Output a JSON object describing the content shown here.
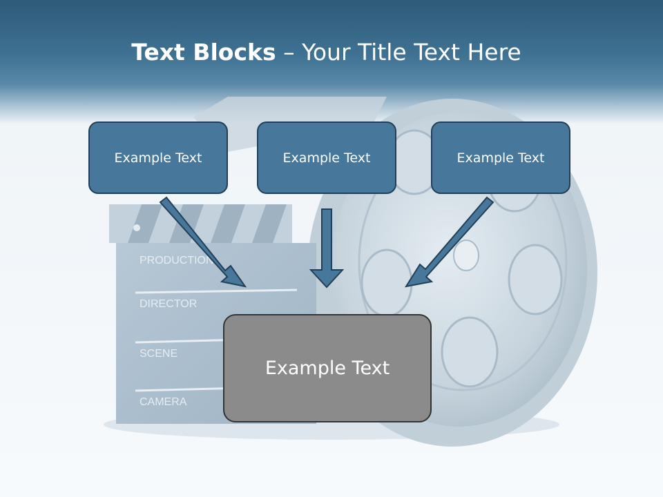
{
  "title": {
    "bold": "Text Blocks",
    "dash": " – ",
    "light": "Your Title Text Here"
  },
  "boxes": [
    {
      "label": "Example Text"
    },
    {
      "label": "Example Text"
    },
    {
      "label": "Example Text"
    }
  ],
  "main_box": {
    "label": "Example Text"
  },
  "clapperboard": {
    "rows": [
      "PRODUCTION",
      "DIRECTOR",
      "SCENE",
      "CAMERA"
    ]
  },
  "colors": {
    "header": "#3f7293",
    "box_fill": "#47789b",
    "box_border": "#213f56",
    "main_box_fill": "#8b8b8b",
    "arrow_fill": "#47789b"
  }
}
